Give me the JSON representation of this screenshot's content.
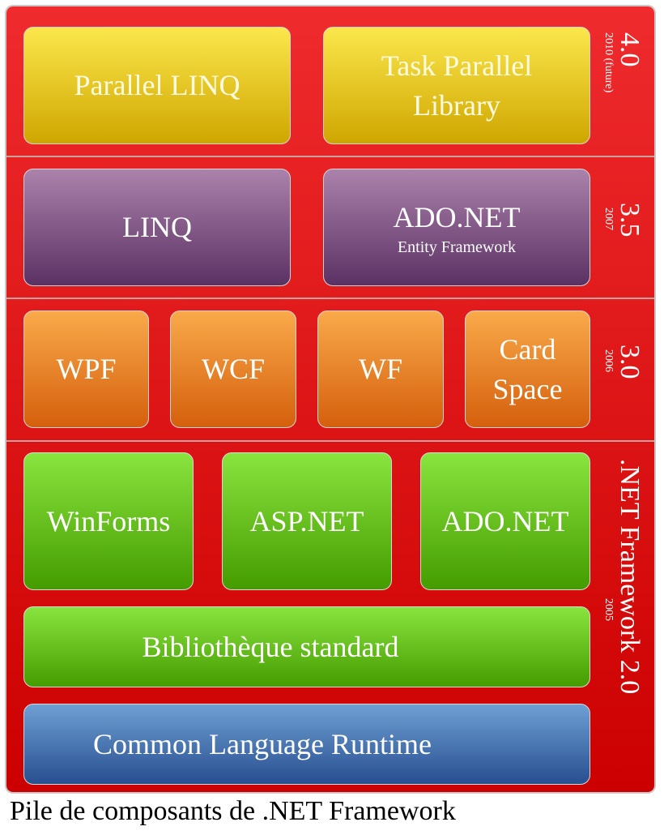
{
  "layers": {
    "v40": {
      "version": "4.0",
      "year": "2010 (future)",
      "items": [
        "Parallel LINQ",
        "Task Parallel Library"
      ]
    },
    "v35": {
      "version": "3.5",
      "year": "2007",
      "items": [
        "LINQ",
        "ADO.NET"
      ],
      "subtitle": "Entity Framework"
    },
    "v30": {
      "version": "3.0",
      "year": "2006",
      "items": [
        "WPF",
        "WCF",
        "WF",
        "Card Space"
      ]
    },
    "v20": {
      "version": ".NET Framework 2.0",
      "year": "2005",
      "items": [
        "WinForms",
        "ASP.NET",
        "ADO.NET",
        "Bibliothèque standard",
        "Common Language Runtime"
      ]
    }
  },
  "caption": "Pile de composants de .NET Framework",
  "colors": {
    "frame": "#e01a1a",
    "v40": "#f0d030",
    "v35": "#7e5488",
    "v30": "#ec8a2c",
    "v20": "#66c020",
    "clr": "#4a78b4"
  }
}
